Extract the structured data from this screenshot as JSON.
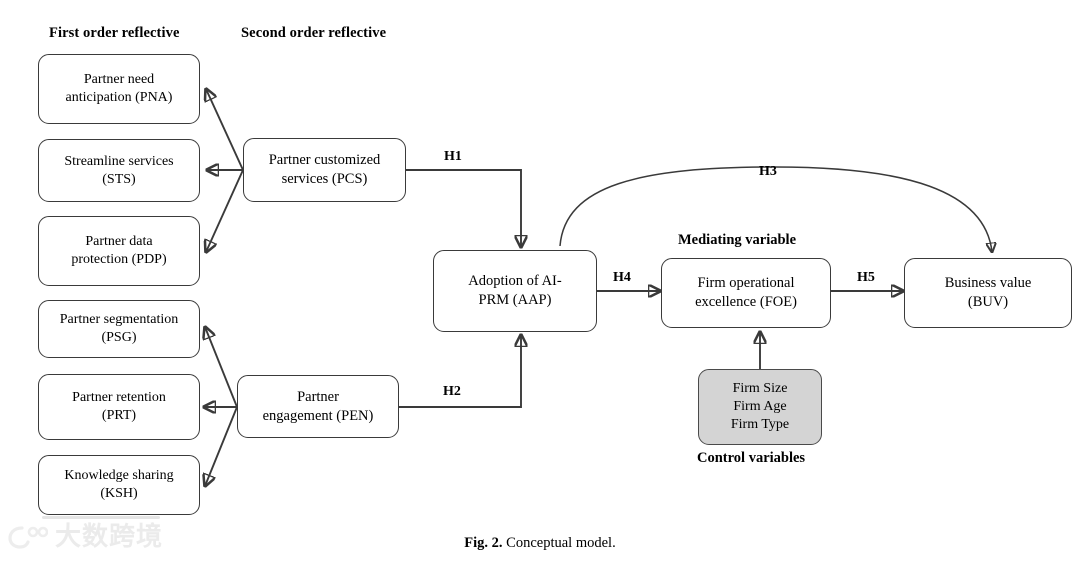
{
  "figure": {
    "caption_number": "Fig. 2.",
    "caption_text": "Conceptual model."
  },
  "headers": {
    "first_order": "First order reflective",
    "second_order": "Second order reflective"
  },
  "annotations": {
    "mediating": "Mediating variable",
    "control": "Control variables"
  },
  "first_order_top": [
    {
      "label": "Partner need\nanticipation (PNA)"
    },
    {
      "label": "Streamline services\n(STS)"
    },
    {
      "label": "Partner data\nprotection (PDP)"
    }
  ],
  "first_order_bottom": [
    {
      "label": "Partner segmentation\n(PSG)"
    },
    {
      "label": "Partner retention\n(PRT)"
    },
    {
      "label": "Knowledge sharing\n(KSH)"
    }
  ],
  "second_order": [
    {
      "label": "Partner customized\nservices (PCS)"
    },
    {
      "label": "Partner\nengagement (PEN)"
    }
  ],
  "core": {
    "adoption": "Adoption of AI-\nPRM (AAP)",
    "firm_operational": "Firm operational\nexcellence (FOE)",
    "business_value": "Business value\n(BUV)"
  },
  "control_box": {
    "label": "Firm Size\nFirm Age\nFirm Type"
  },
  "hypotheses": {
    "h1": "H1",
    "h2": "H2",
    "h3": "H3",
    "h4": "H4",
    "h5": "H5"
  },
  "watermark": {
    "text": "大数跨境"
  },
  "colors": {
    "stroke": "#3a3a3a",
    "control_fill": "#d4d4d4",
    "background": "#ffffff",
    "text": "#000000"
  }
}
